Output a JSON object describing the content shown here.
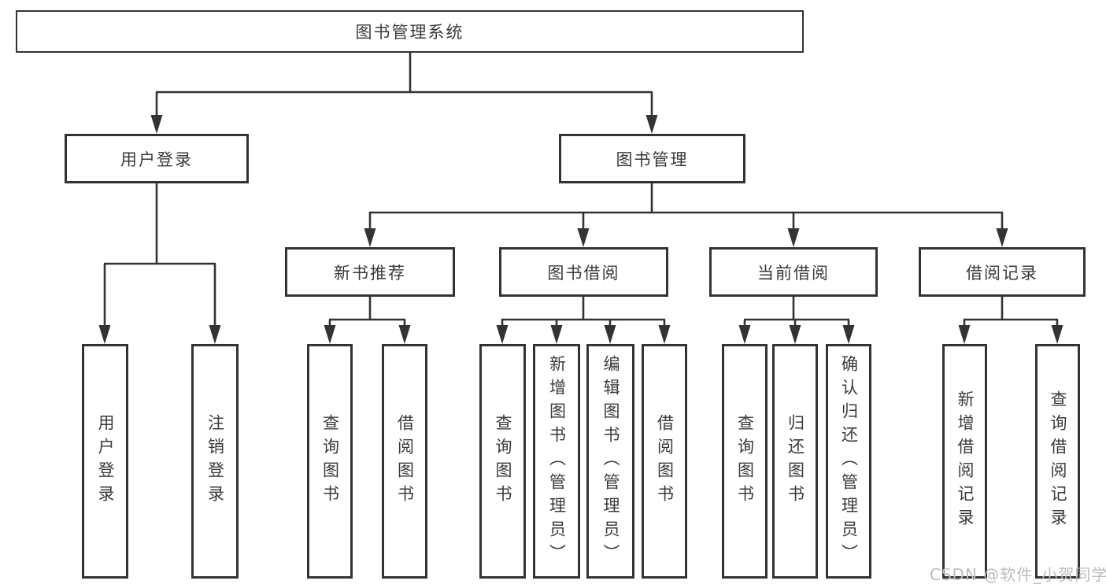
{
  "diagram": {
    "type": "tree",
    "root": {
      "label": "图书管理系统"
    },
    "level2": [
      {
        "label": "用户登录",
        "leaves": [
          {
            "label": "用户登录"
          },
          {
            "label": "注销登录"
          }
        ]
      },
      {
        "label": "图书管理",
        "groups": [
          {
            "label": "新书推荐",
            "leaves": [
              {
                "label": "查询图书"
              },
              {
                "label": "借阅图书"
              }
            ]
          },
          {
            "label": "图书借阅",
            "leaves": [
              {
                "label": "查询图书"
              },
              {
                "label": "新增图书（管理员）"
              },
              {
                "label": "编辑图书（管理员）"
              },
              {
                "label": "借阅图书"
              }
            ]
          },
          {
            "label": "当前借阅",
            "leaves": [
              {
                "label": "查询图书"
              },
              {
                "label": "归还图书"
              },
              {
                "label": "确认归还（管理员）"
              }
            ]
          },
          {
            "label": "借阅记录",
            "leaves": [
              {
                "label": "新增借阅记录"
              },
              {
                "label": "查询借阅记录"
              }
            ]
          }
        ]
      }
    ]
  },
  "watermark": {
    "text": "CSDN @软件_小贺同学"
  },
  "colors": {
    "line": "#333333",
    "text": "#3a3a3a",
    "bg": "#ffffff",
    "watermark": "#bdbdbd"
  }
}
